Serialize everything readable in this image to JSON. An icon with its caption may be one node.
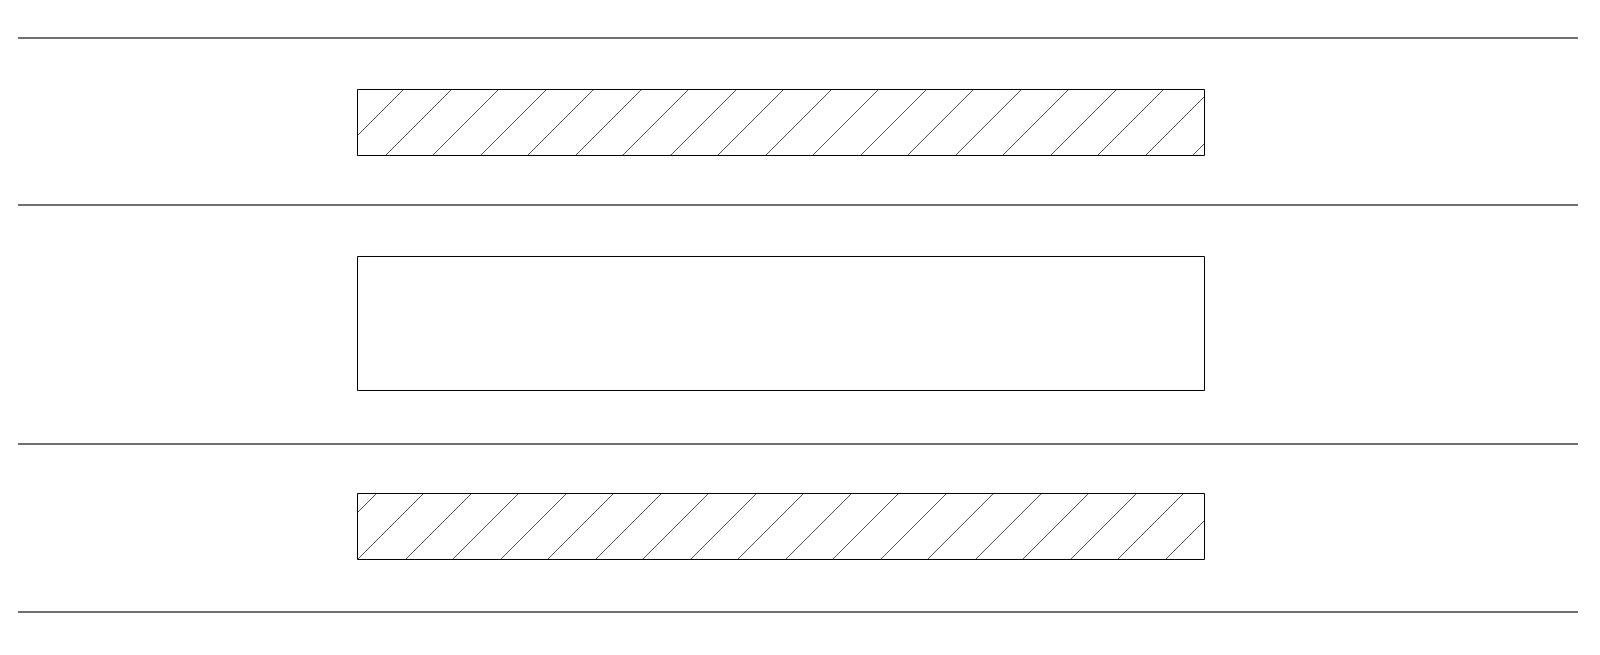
{
  "diagram": {
    "nodes": [
      {
        "text": [],
        "shape": "bar"
      },
      {
        "text": [],
        "shape": "box"
      },
      {
        "text": [],
        "shape": "bar"
      }
    ]
  }
}
